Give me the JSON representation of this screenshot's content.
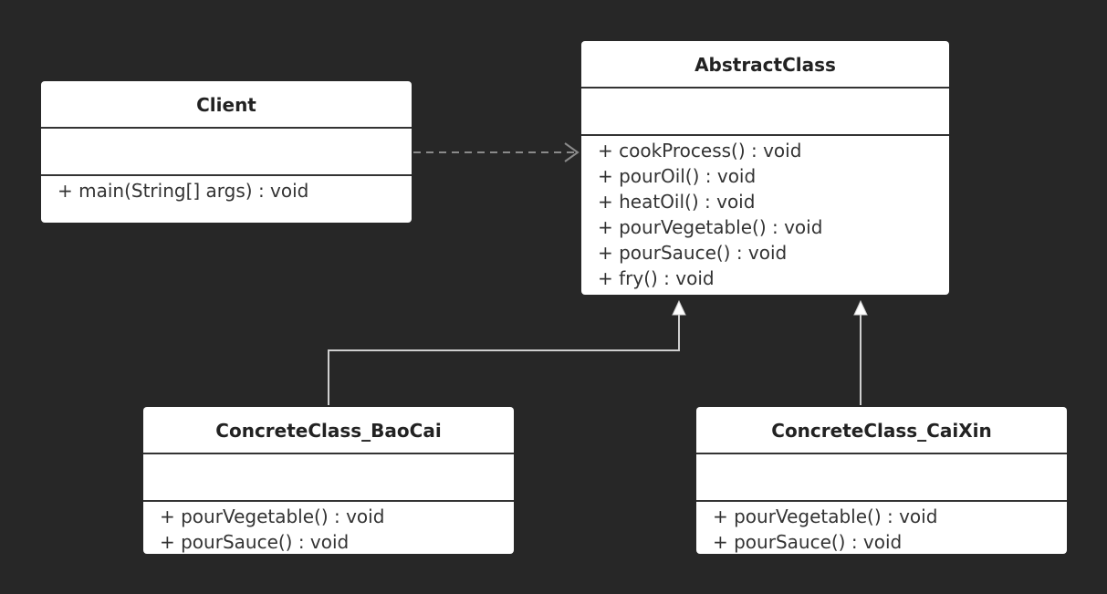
{
  "classes": {
    "client": {
      "name": "Client",
      "operations": [
        "+ main(String[] args) : void"
      ]
    },
    "abstract_class": {
      "name": "AbstractClass",
      "operations": [
        "+ cookProcess() :  void",
        "+ pourOil() : void",
        "+ heatOil() : void",
        "+ pourVegetable() : void",
        "+ pourSauce() : void",
        "+ fry() : void"
      ]
    },
    "concrete_baocai": {
      "name": "ConcreteClass_BaoCai",
      "operations": [
        "+ pourVegetable() : void",
        "+ pourSauce() : void"
      ]
    },
    "concrete_caixin": {
      "name": "ConcreteClass_CaiXin",
      "operations": [
        "+ pourVegetable() : void",
        "+ pourSauce() : void"
      ]
    }
  },
  "colors": {
    "background": "#272727",
    "box_fill": "#ffffff",
    "line": "#cfcfcf",
    "dependency_line": "#8a8a8a"
  }
}
